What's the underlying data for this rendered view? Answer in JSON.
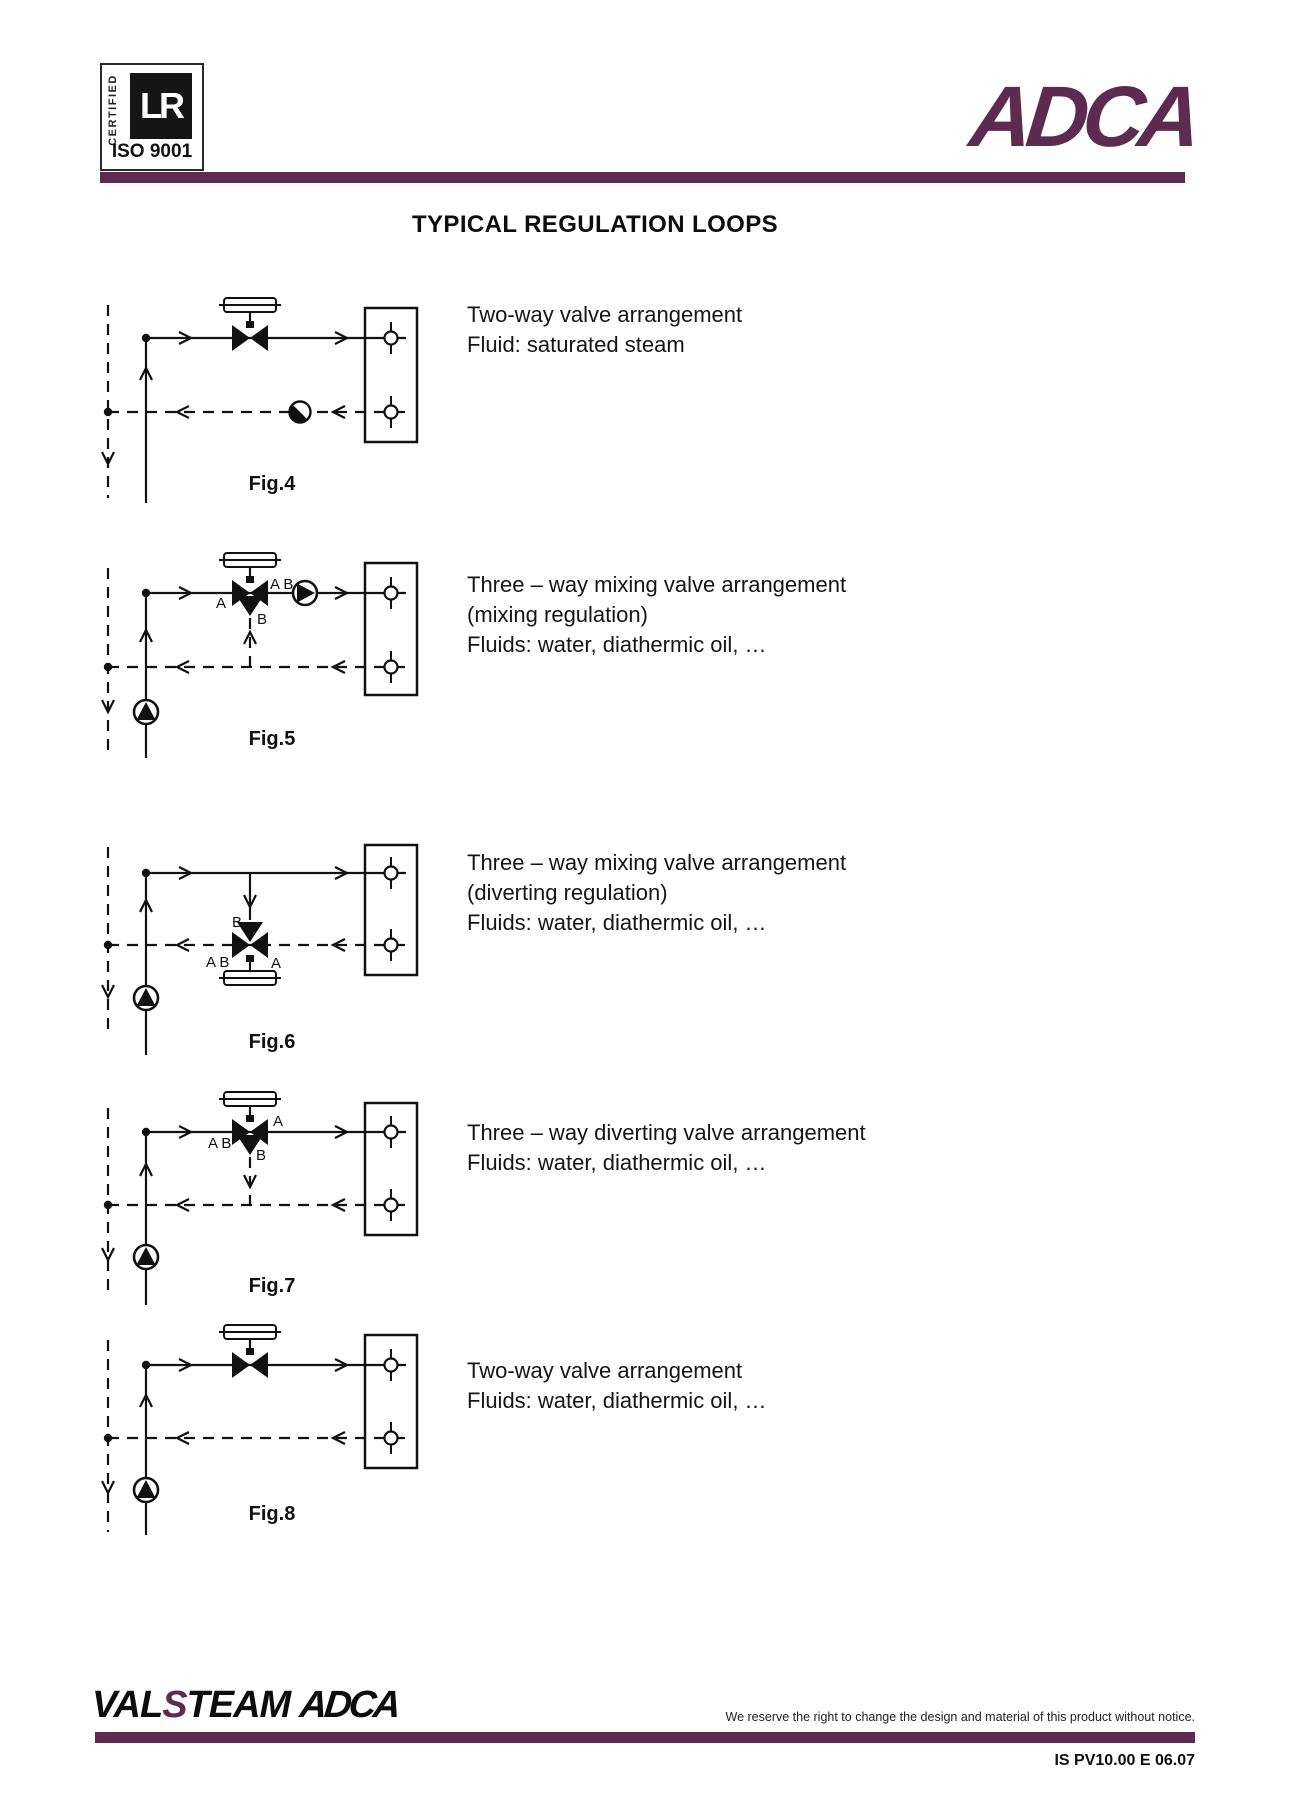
{
  "accent_color": "#5e2b50",
  "header": {
    "iso_badge": {
      "certified": "CERTIFIED",
      "monogram": "LR",
      "standard": "ISO 9001"
    },
    "brand": "ADCA",
    "title": "TYPICAL REGULATION LOOPS"
  },
  "figures": [
    {
      "label": "Fig.4",
      "caption": [
        "Two-way valve arrangement",
        "Fluid: saturated steam"
      ]
    },
    {
      "label": "Fig.5",
      "caption": [
        "Three – way mixing valve arrangement",
        "(mixing regulation)",
        "Fluids: water, diathermic oil, …"
      ],
      "ports": {
        "a": "A",
        "b": "B",
        "ab": "A B"
      }
    },
    {
      "label": "Fig.6",
      "caption": [
        "Three – way mixing valve arrangement",
        "(diverting regulation)",
        "Fluids: water, diathermic oil, …"
      ],
      "ports": {
        "a": "A",
        "b": "B",
        "ab": "A B"
      }
    },
    {
      "label": "Fig.7",
      "caption": [
        "Three – way diverting valve arrangement",
        "Fluids: water, diathermic oil, …"
      ],
      "ports": {
        "a": "A",
        "b": "B",
        "ab": "A B"
      }
    },
    {
      "label": "Fig.8",
      "caption": [
        "Two-way valve arrangement",
        "Fluids: water, diathermic oil, …"
      ]
    }
  ],
  "footer": {
    "logo": {
      "val": "VAL",
      "s": "S",
      "team": "TEAM",
      "adca": "ADCA"
    },
    "disclaimer": "We reserve the right to change the design and material of this product without notice.",
    "doc_ref": "IS PV10.00 E 06.07"
  }
}
